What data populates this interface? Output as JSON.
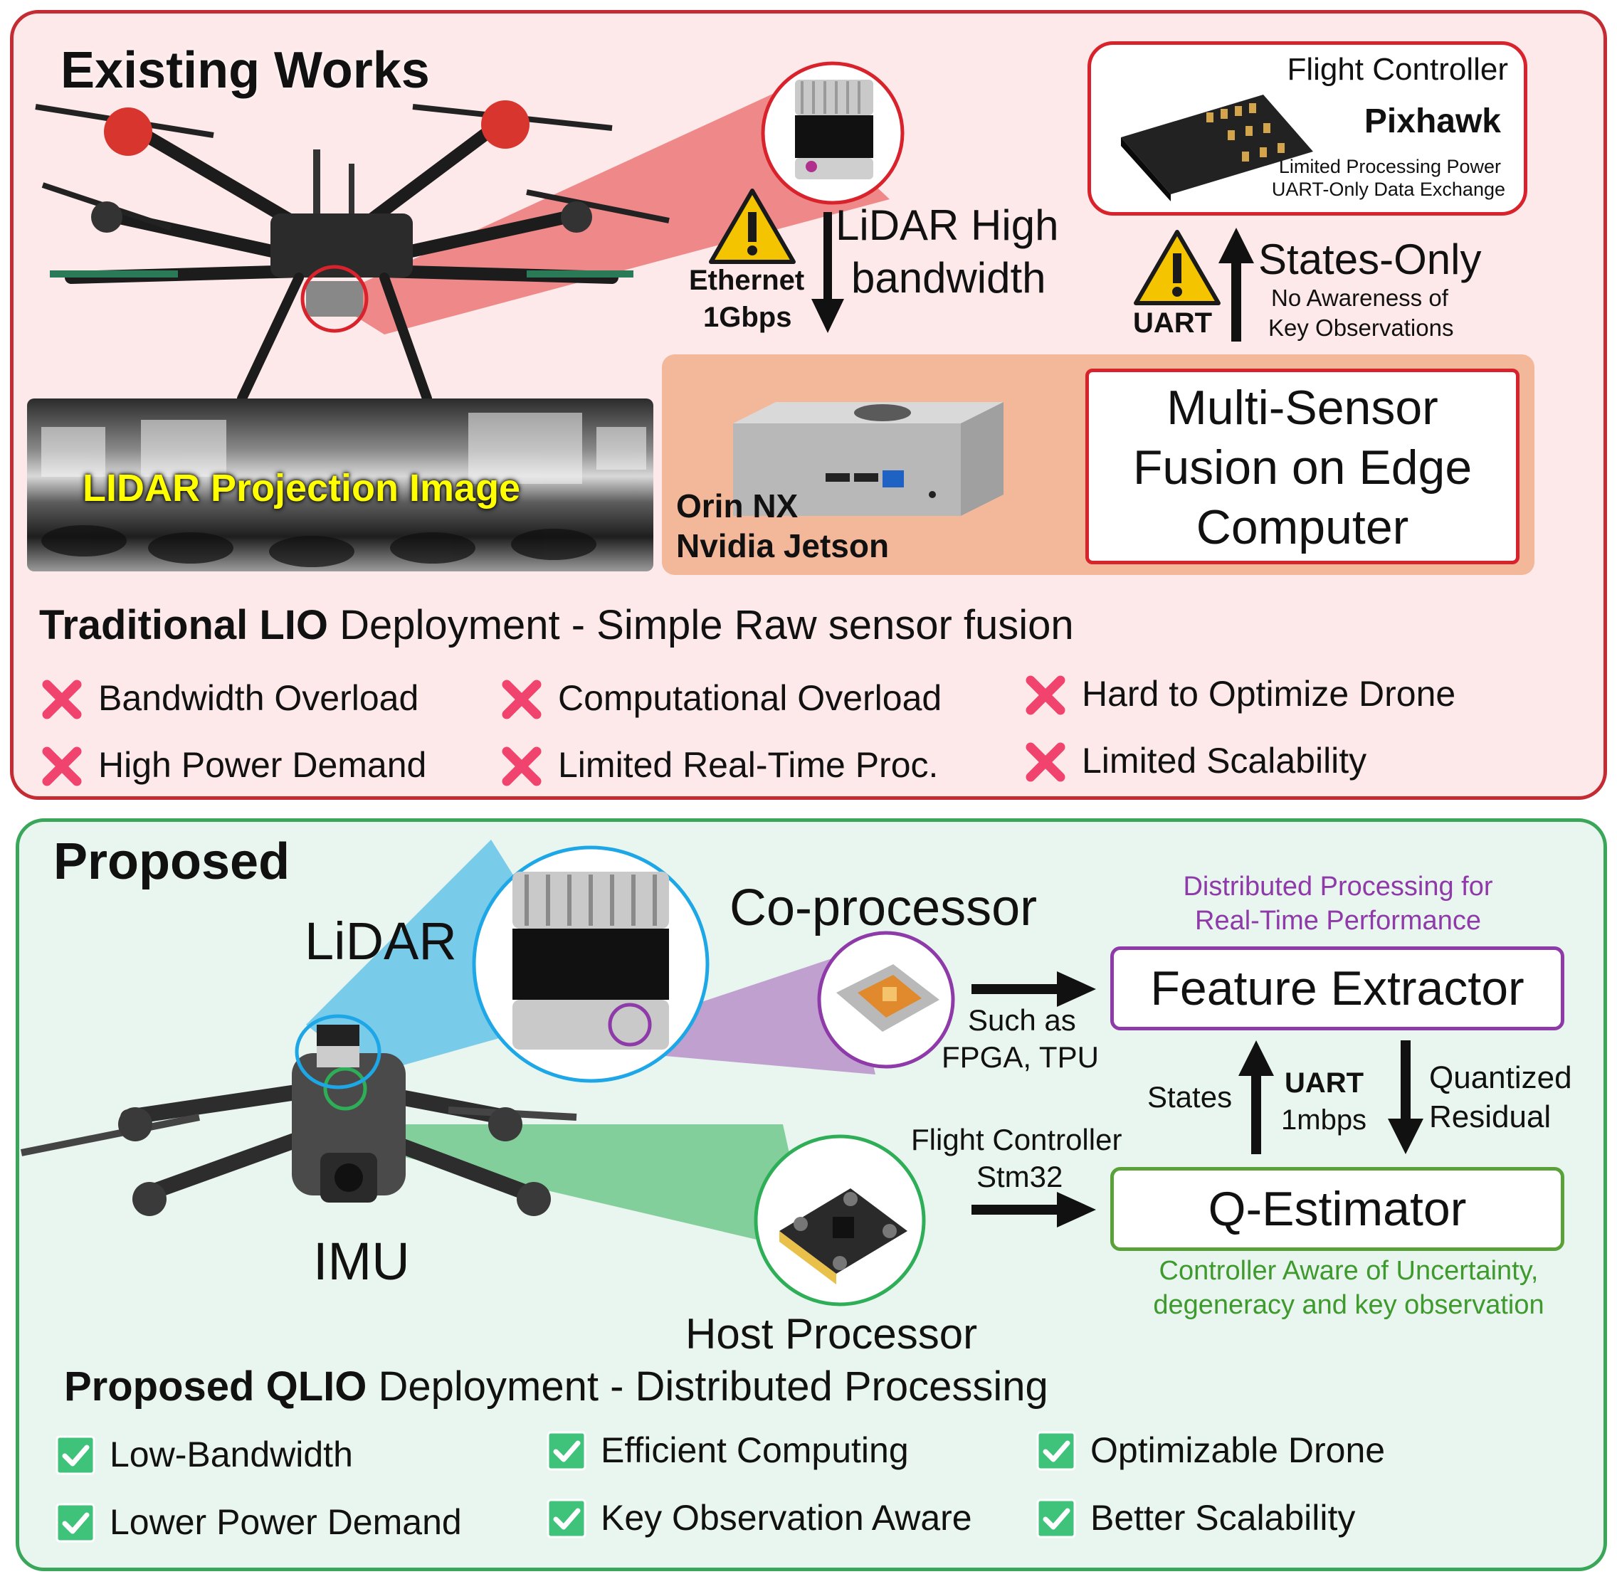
{
  "top": {
    "title": "Existing Works",
    "lidar_projection_label": "LIDAR Projection Image",
    "flight_controller": {
      "title": "Flight Controller",
      "name": "Pixhawk",
      "note_1": "Limited Processing Power",
      "note_2": "UART-Only Data Exchange"
    },
    "ethernet_label_1": "Ethernet",
    "ethernet_label_2": "1Gbps",
    "lidar_bw_1": "LiDAR High",
    "lidar_bw_2": "bandwidth",
    "uart_label": "UART",
    "states_only": "States-Only",
    "no_awareness_1": "No Awareness of",
    "no_awareness_2": "Key Observations",
    "jetson_1": "Orin NX",
    "jetson_2": "Nvidia Jetson",
    "fusion_1": "Multi-Sensor",
    "fusion_2": "Fusion on Edge",
    "fusion_3": "Computer",
    "deployment_bold": "Traditional LIO",
    "deployment_rest": " Deployment - Simple Raw sensor fusion",
    "cons": [
      "Bandwidth Overload",
      "Computational Overload",
      "Hard to Optimize Drone",
      "High Power Demand",
      "Limited Real-Time Proc.",
      "Limited Scalability"
    ]
  },
  "bottom": {
    "title": "Proposed",
    "lidar_label": "LiDAR",
    "imu_label": "IMU",
    "coprocessor_label": "Co-processor",
    "such_as_1": "Such as",
    "such_as_2": "FPGA, TPU",
    "distributed_1": "Distributed Processing for",
    "distributed_2": "Real-Time Performance",
    "feature_extractor": "Feature Extractor",
    "states_label": "States",
    "uart_label": "UART",
    "uart_rate": "1mbps",
    "quantized_1": "Quantized",
    "quantized_2": "Residual",
    "fc_1": "Flight Controller",
    "fc_2": "Stm32",
    "q_estimator": "Q-Estimator",
    "controller_aware_1": "Controller Aware of Uncertainty,",
    "controller_aware_2": "degeneracy and key observation",
    "host_processor": "Host Processor",
    "deployment_bold": "Proposed QLIO",
    "deployment_rest": " Deployment - Distributed Processing",
    "pros": [
      "Low-Bandwidth",
      "Efficient Computing",
      "Optimizable Drone",
      "Lower Power Demand",
      "Key Observation Aware",
      "Better Scalability"
    ]
  },
  "colors": {
    "red": "#d8232c",
    "green": "#3aa65a",
    "purple": "#8e3aa8",
    "blue": "#1ea7e6",
    "yellow_text": "#ffff00",
    "cross_pink": "#f0436e",
    "check_green": "#3fc27a",
    "warning_yellow": "#f5c400",
    "jetson_panel": "#f3b79a"
  },
  "icons": [
    "warning-icon",
    "cross-icon",
    "check-icon",
    "arrow-icon"
  ]
}
